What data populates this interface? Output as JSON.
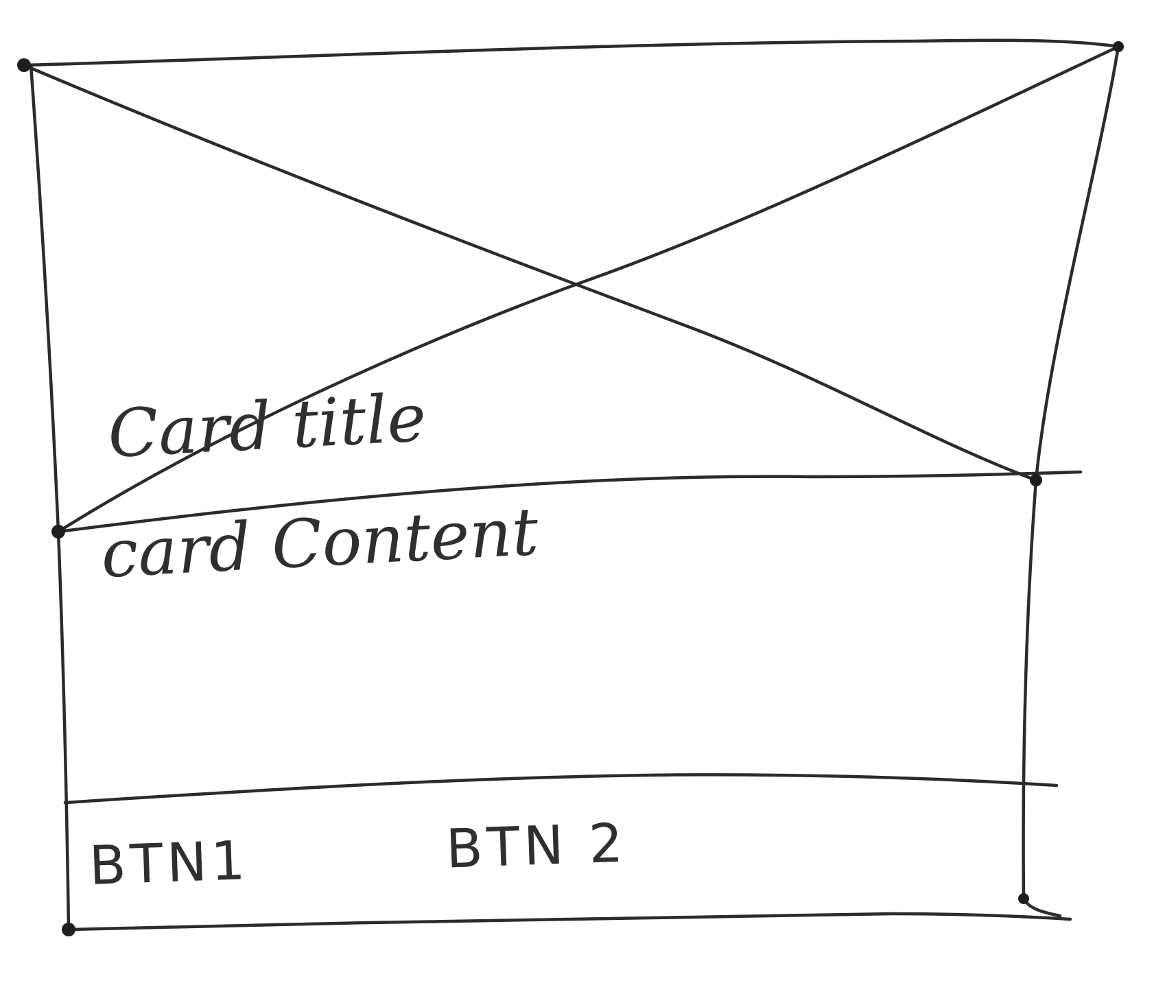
{
  "card": {
    "title": "Card title",
    "content": "card Content",
    "buttons": [
      {
        "label": "BTN1"
      },
      {
        "label": "BTN 2"
      }
    ]
  },
  "colors": {
    "ink": "#2b2b2b",
    "paper": "#ffffff"
  }
}
